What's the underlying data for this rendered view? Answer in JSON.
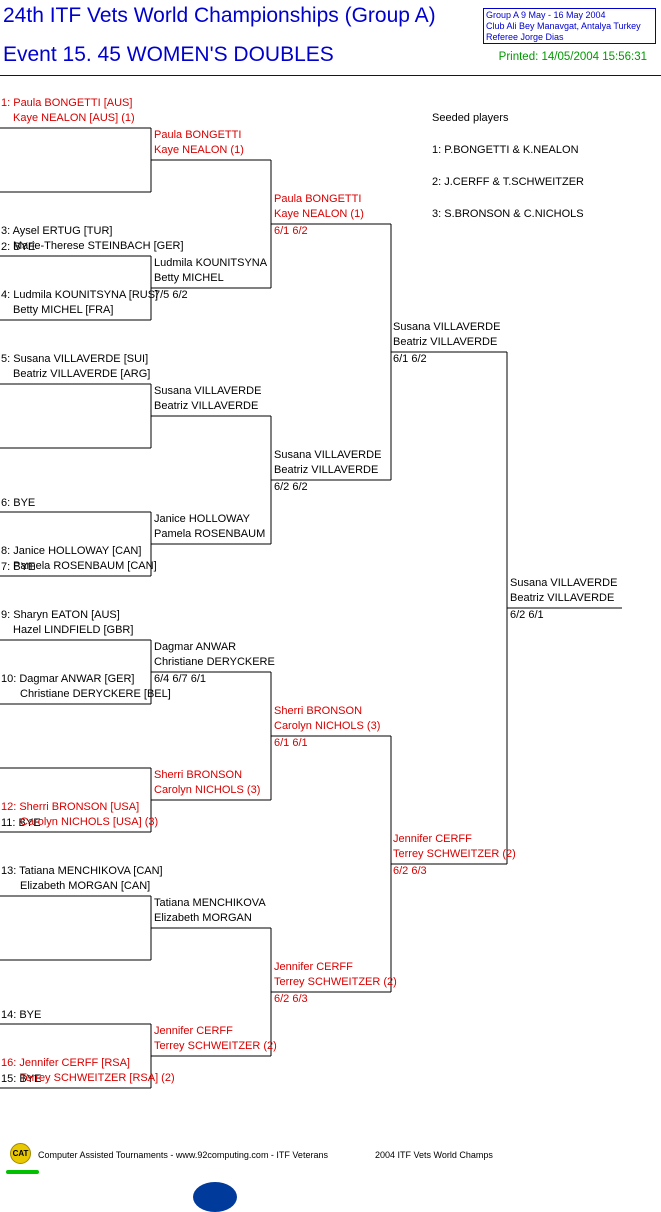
{
  "header": {
    "title": "24th ITF Vets World Championships (Group A)",
    "event": "Event 15. 45 WOMEN'S DOUBLES",
    "info_lines": [
      "Group A   9 May - 16 May 2004",
      "Club Ali Bey Manavgat, Antalya   Turkey",
      "Referee Jorge Dias"
    ],
    "printed": "Printed: 14/05/2004 15:56:31"
  },
  "draw": [
    [
      "1: Paula BONGETTI [AUS]",
      "Kaye NEALON [AUS] (1)"
    ],
    [
      "2: BYE"
    ],
    [
      "3: Aysel ERTUG [TUR]",
      "Marie-Therese STEINBACH [GER]"
    ],
    [
      "4: Ludmila KOUNITSYNA [RUS]",
      "Betty MICHEL [FRA]"
    ],
    [
      "5: Susana VILLAVERDE [SUI]",
      "Beatriz VILLAVERDE [ARG]"
    ],
    [
      "6: BYE"
    ],
    [
      "7: BYE"
    ],
    [
      "8: Janice HOLLOWAY [CAN]",
      "Pamela ROSENBAUM [CAN]"
    ],
    [
      "9: Sharyn EATON [AUS]",
      "Hazel LINDFIELD [GBR]"
    ],
    [
      "10: Dagmar ANWAR [GER]",
      "Christiane DERYCKERE [BEL]"
    ],
    [
      "11: BYE"
    ],
    [
      "12: Sherri BRONSON [USA]",
      "Carolyn NICHOLS [USA] (3)"
    ],
    [
      "13: Tatiana MENCHIKOVA [CAN]",
      "Elizabeth MORGAN [CAN]"
    ],
    [
      "14: BYE"
    ],
    [
      "15: BYE"
    ],
    [
      "16: Jennifer CERFF [RSA]",
      "Terrey SCHWEITZER [RSA] (2)"
    ]
  ],
  "round2": [
    [
      "Paula BONGETTI",
      "Kaye NEALON (1)",
      ""
    ],
    [
      "Ludmila KOUNITSYNA",
      "Betty MICHEL",
      "7/5 6/2"
    ],
    [
      "Susana VILLAVERDE",
      "Beatriz VILLAVERDE",
      ""
    ],
    [
      "Janice HOLLOWAY",
      "Pamela ROSENBAUM",
      ""
    ],
    [
      "Dagmar ANWAR",
      "Christiane DERYCKERE",
      "6/4 6/7 6/1"
    ],
    [
      "Sherri BRONSON",
      "Carolyn NICHOLS (3)",
      ""
    ],
    [
      "Tatiana MENCHIKOVA",
      "Elizabeth MORGAN",
      ""
    ],
    [
      "Jennifer CERFF",
      "Terrey SCHWEITZER (2)",
      ""
    ]
  ],
  "round3": [
    [
      "Paula BONGETTI",
      "Kaye NEALON (1)",
      "6/1 6/2"
    ],
    [
      "Susana VILLAVERDE",
      "Beatriz VILLAVERDE",
      "6/2 6/2"
    ],
    [
      "Sherri BRONSON",
      "Carolyn NICHOLS (3)",
      "6/1 6/1"
    ],
    [
      "Jennifer CERFF",
      "Terrey SCHWEITZER (2)",
      "6/2 6/3"
    ]
  ],
  "round4": [
    [
      "Susana VILLAVERDE",
      "Beatriz VILLAVERDE",
      "6/1 6/2"
    ],
    [
      "Jennifer CERFF",
      "Terrey SCHWEITZER (2)",
      "6/2 6/3"
    ]
  ],
  "final": [
    "Susana VILLAVERDE",
    "Beatriz VILLAVERDE",
    "6/2 6/1"
  ],
  "seeded": {
    "title": "Seeded players",
    "items": [
      "1: P.BONGETTI & K.NEALON",
      "2: J.CERFF & T.SCHWEITZER",
      "3: S.BRONSON & C.NICHOLS"
    ]
  },
  "footer": {
    "logo": "CAT",
    "text": "Computer Assisted Tournaments - www.92computing.com -  ITF Veterans",
    "text2": "2004 ITF Vets World Champs"
  },
  "colors": {
    "title": "#0000cc",
    "seed": "#d80000",
    "printed": "#009900"
  }
}
